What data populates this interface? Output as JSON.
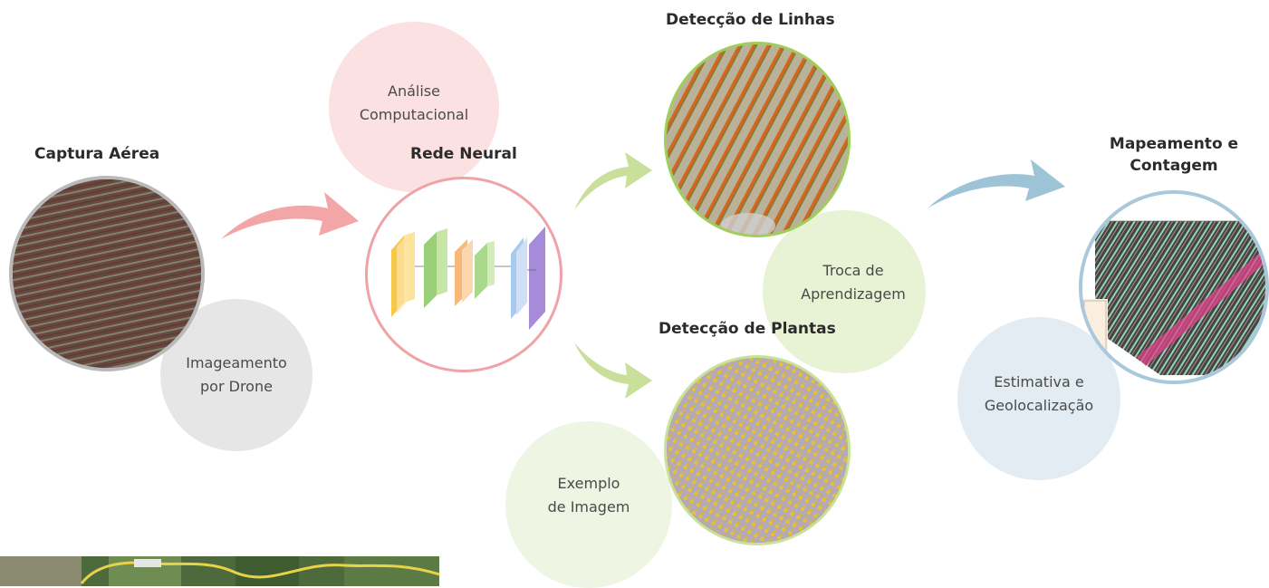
{
  "stages": {
    "capture": {
      "title": "Captura Aérea",
      "caption": "Imageamento\npor Drone"
    },
    "network": {
      "title": "Rede Neural",
      "caption": "Análise\nComputacional"
    },
    "lines": {
      "title": "Detecção de Linhas",
      "caption": "Troca de\nAprendizagem"
    },
    "plants": {
      "title": "Detecção de Plantas",
      "caption": "Exemplo\nde Imagem"
    },
    "mapping": {
      "title": "Mapeamento e\nContagem",
      "caption": "Estimativa e\nGeolocalização"
    }
  },
  "colors": {
    "capture_bubble": "#e6e6e6",
    "network_bubble": "#fbe1e1",
    "lines_bubble": "#e8f3d6",
    "plants_bubble": "#eef5e2",
    "mapping_bubble": "#e3ecf2",
    "arrow_pink": "#f2a6a8",
    "arrow_green": "#c9df9a",
    "arrow_blue": "#9cc3d6",
    "ring_gray": "#b9b9b9",
    "ring_pink": "#f0a3a6",
    "ring_green": "#9fcf5a",
    "ring_lightgreen": "#c9e29a",
    "ring_blue": "#a9c8dc"
  }
}
